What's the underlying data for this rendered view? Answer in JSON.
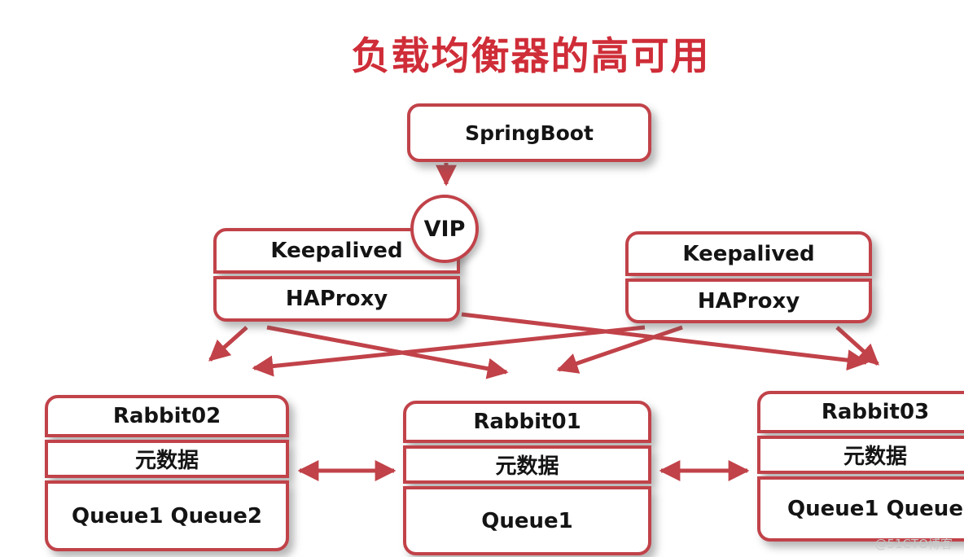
{
  "title": "负载均衡器的高可用",
  "colors": {
    "accent": "#c14249",
    "title": "#cf2d38",
    "ink": "#141414",
    "watermark": "#c9c9c9"
  },
  "nodes": {
    "springboot": {
      "label": "SpringBoot"
    },
    "vip": {
      "label": "VIP"
    },
    "lb_left": {
      "rows": [
        "Keepalived",
        "HAProxy"
      ]
    },
    "lb_right": {
      "rows": [
        "Keepalived",
        "HAProxy"
      ]
    },
    "rabbit02": {
      "rows": [
        "Rabbit02",
        "元数据",
        "Queue1 Queue2"
      ]
    },
    "rabbit01": {
      "rows": [
        "Rabbit01",
        "元数据",
        "Queue1"
      ]
    },
    "rabbit03": {
      "rows": [
        "Rabbit03",
        "元数据",
        "Queue1 Queue"
      ]
    }
  },
  "watermark": "@51CTO博客"
}
